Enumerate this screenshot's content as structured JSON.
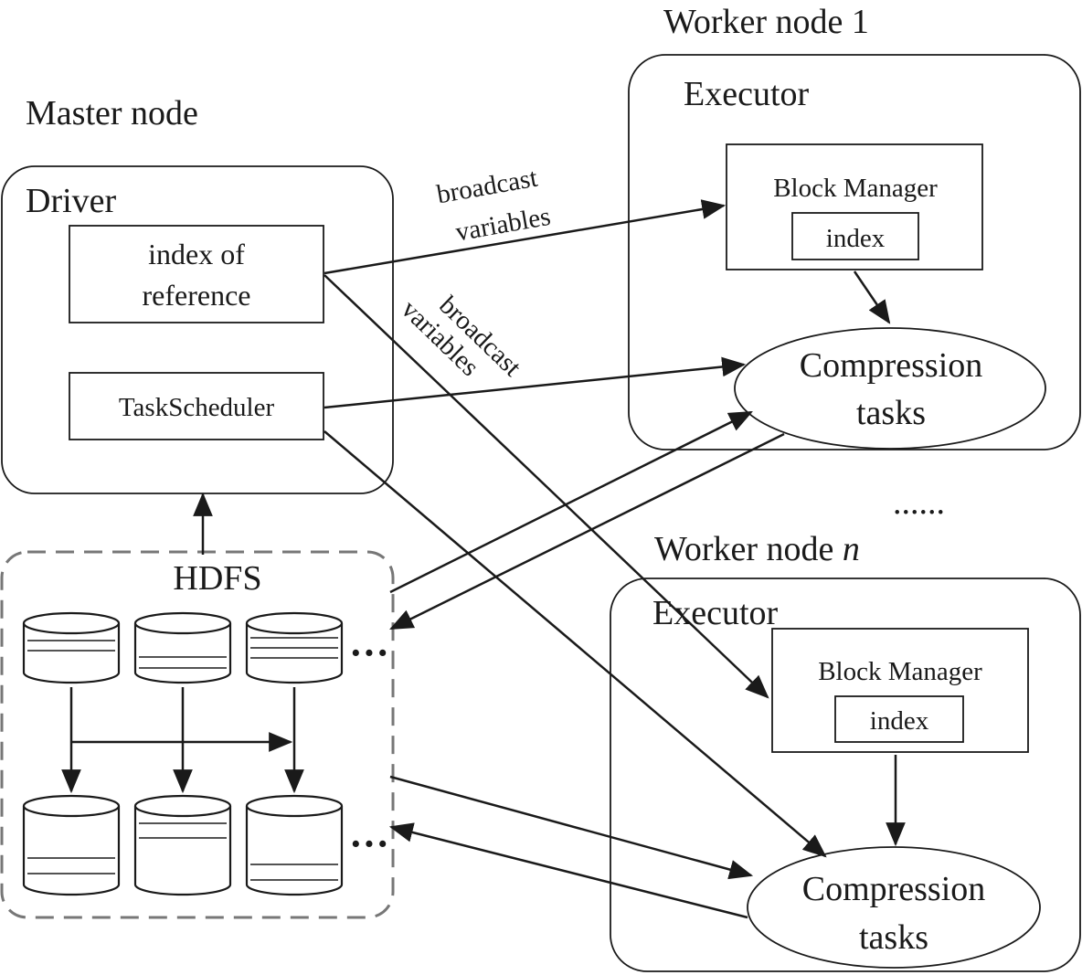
{
  "labels": {
    "master_node": "Master node",
    "driver": "Driver",
    "index_of_reference_line1": "index of",
    "index_of_reference_line2": "reference",
    "task_scheduler": "TaskScheduler",
    "hdfs": "HDFS",
    "ellipsis_row1": "···",
    "ellipsis_row2": "···",
    "worker_node_1": "Worker node 1",
    "worker_node_n_prefix": "Worker node ",
    "worker_node_n_italic": "n",
    "executor_1": "Executor",
    "executor_n": "Executor",
    "block_manager_1": "Block Manager",
    "block_manager_n": "Block Manager",
    "index_1": "index",
    "index_n": "index",
    "compression_1_line1": "Compression",
    "compression_1_line2": "tasks",
    "compression_n_line1": "Compression",
    "compression_n_line2": "tasks",
    "broadcast_1_line1": "broadcast",
    "broadcast_1_line2": "variables",
    "broadcast_2_line1": "broadcast",
    "broadcast_2_line2": "variables",
    "between_workers_ellipsis": "......"
  }
}
